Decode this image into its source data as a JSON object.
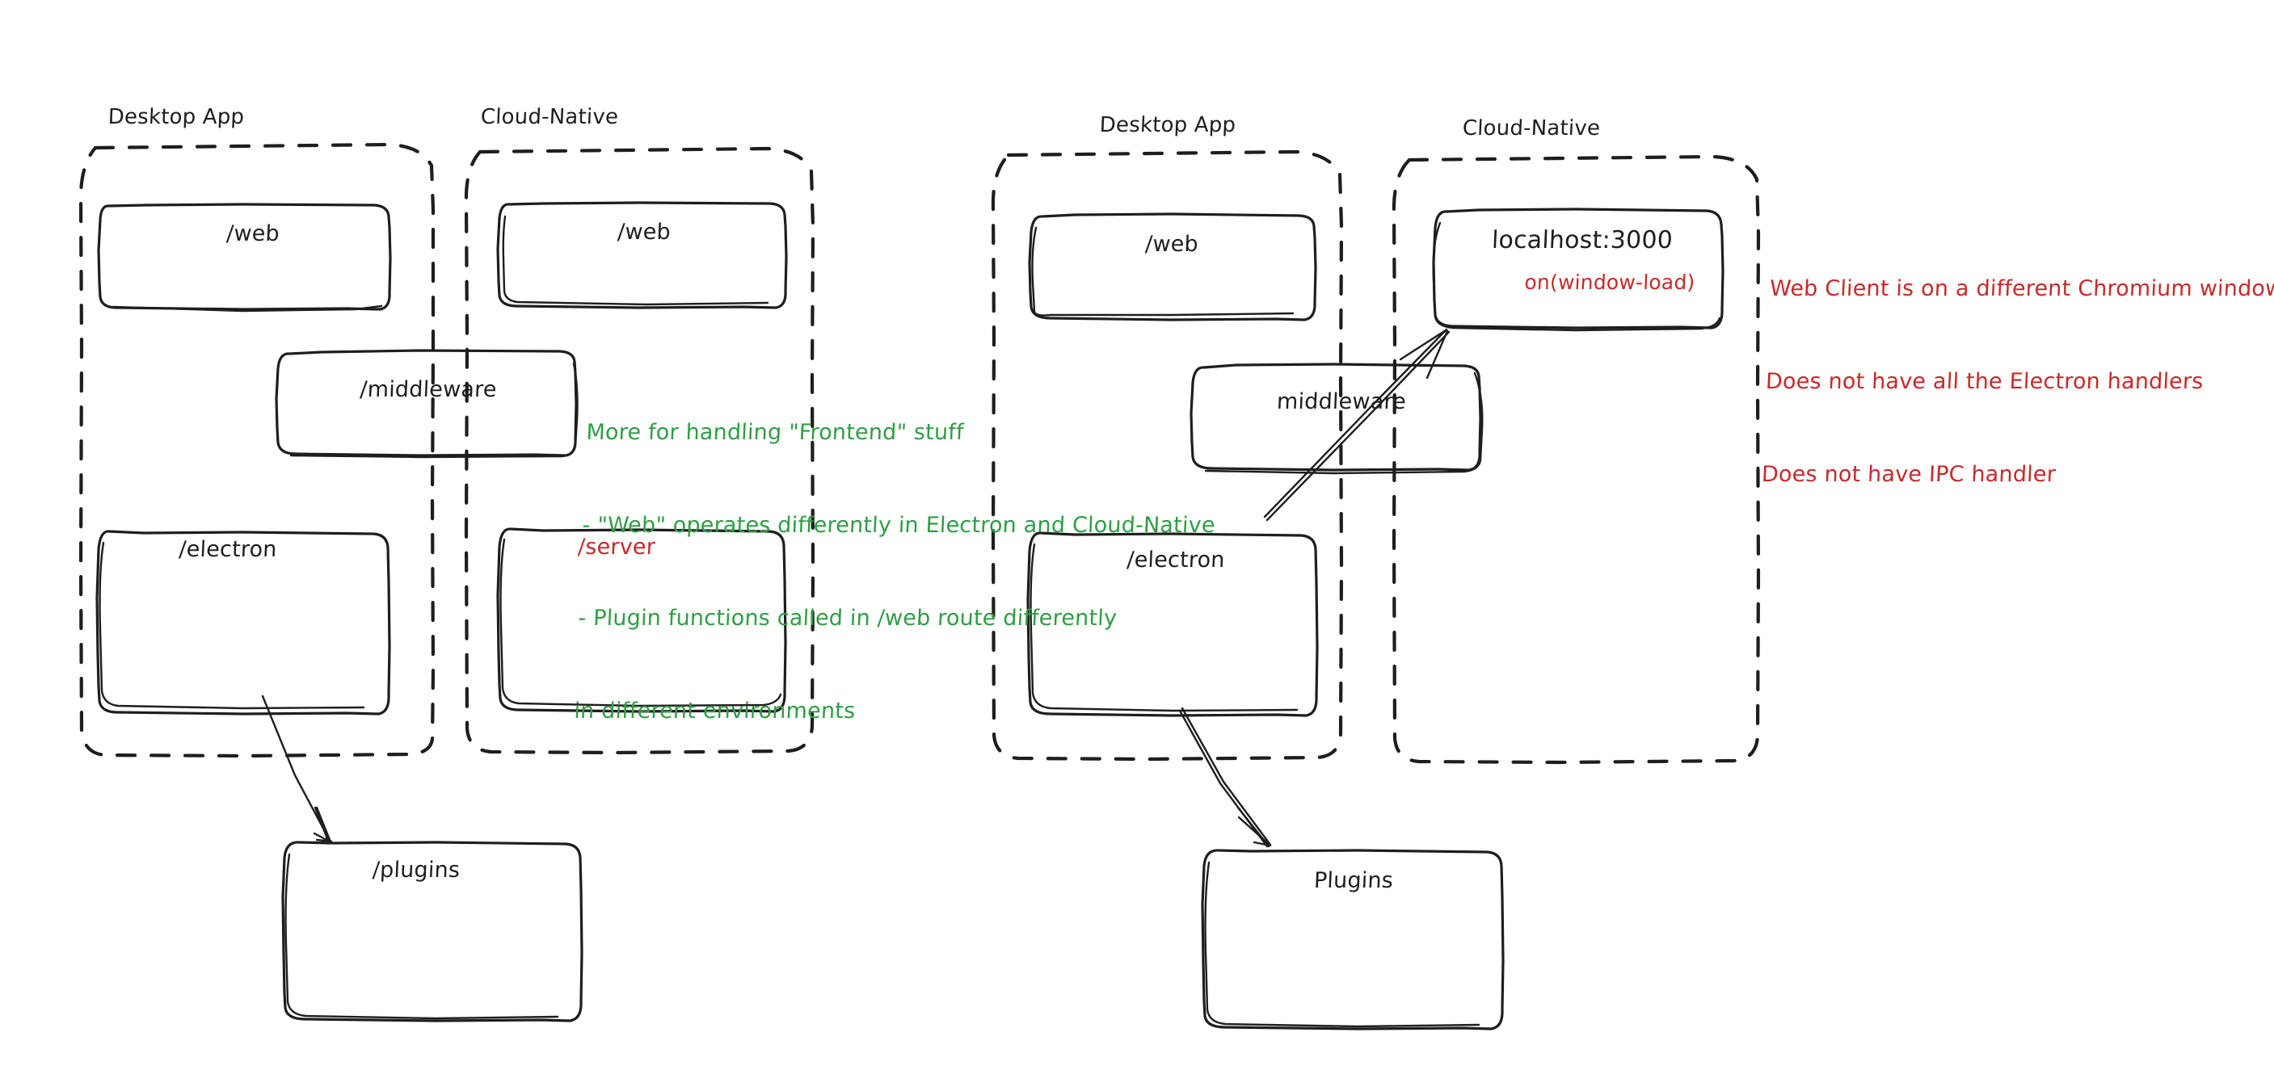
{
  "diagram": {
    "title_absent": true,
    "style": "hand-drawn whiteboard architecture sketch",
    "colors": {
      "ink": "#1e1e1e",
      "green_note": "#2f9e44",
      "red_note": "#c92a2a",
      "background": "#ffffff"
    }
  },
  "left_diagram": {
    "groups": [
      {
        "id": "left-desktop-app",
        "label": "Desktop App"
      },
      {
        "id": "left-cloud-native",
        "label": "Cloud-Native"
      }
    ],
    "nodes": [
      {
        "id": "left-web-desktop",
        "label": "/web",
        "color": "ink"
      },
      {
        "id": "left-web-cloud",
        "label": "/web",
        "color": "ink"
      },
      {
        "id": "left-middleware",
        "label": "/middleware",
        "color": "ink"
      },
      {
        "id": "left-electron",
        "label": "/electron",
        "color": "ink"
      },
      {
        "id": "left-server",
        "label": "/server",
        "color": "red"
      },
      {
        "id": "left-plugins",
        "label": "/plugins",
        "color": "ink"
      }
    ],
    "edges": [
      {
        "id": "left-electron-to-plugins",
        "from": "left-electron",
        "to": "left-plugins",
        "arrow": true
      }
    ],
    "annotation": {
      "id": "green-note",
      "color": "green",
      "lines": [
        "More for handling \"Frontend\" stuff",
        "- \"Web\" operates differently in Electron and Cloud-Native",
        "- Plugin functions called in /web route differently",
        "in different environments"
      ]
    }
  },
  "right_diagram": {
    "groups": [
      {
        "id": "right-desktop-app",
        "label": "Desktop App"
      },
      {
        "id": "right-cloud-native",
        "label": "Cloud-Native"
      }
    ],
    "nodes": [
      {
        "id": "right-web",
        "label": "/web",
        "color": "ink"
      },
      {
        "id": "right-localhost",
        "label": "localhost:3000",
        "color": "ink"
      },
      {
        "id": "right-localhost-sub",
        "label": "on(window-load)",
        "color": "red"
      },
      {
        "id": "right-middleware",
        "label": "middleware",
        "color": "ink"
      },
      {
        "id": "right-electron",
        "label": "/electron",
        "color": "ink"
      },
      {
        "id": "right-plugins",
        "label": "Plugins",
        "color": "ink"
      }
    ],
    "edges": [
      {
        "id": "right-electron-to-localhost",
        "from": "right-electron",
        "to": "right-localhost",
        "arrow": true
      },
      {
        "id": "right-electron-to-plugins",
        "from": "right-electron",
        "to": "right-plugins",
        "arrow": true
      }
    ],
    "annotation": {
      "id": "red-note",
      "color": "red",
      "lines": [
        "Web Client is on a different Chromium window",
        "Does not have all the Electron handlers",
        "Does not have IPC handler"
      ]
    }
  }
}
